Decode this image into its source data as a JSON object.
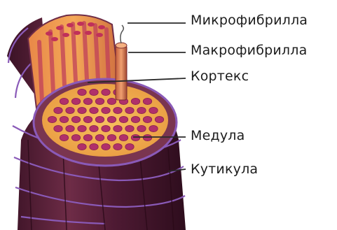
{
  "diagram": {
    "labels": [
      {
        "id": "microfibril",
        "text": "Микрофибрилла"
      },
      {
        "id": "macrofibril",
        "text": "Макрофибрилла"
      },
      {
        "id": "cortex",
        "text": "Кортекс"
      },
      {
        "id": "medulla",
        "text": "Медула"
      },
      {
        "id": "cuticle",
        "text": "Кутикула"
      }
    ]
  },
  "colors": {
    "cuticle_dark": "#4a1a30",
    "cuticle_mid": "#7a3550",
    "cuticle_edge": "#8a5ab8",
    "cortex_fiber": "#e06a60",
    "medulla_cell": "#b0306a",
    "medulla_matrix": "#f4b050",
    "leader": "#2a2a2a"
  }
}
